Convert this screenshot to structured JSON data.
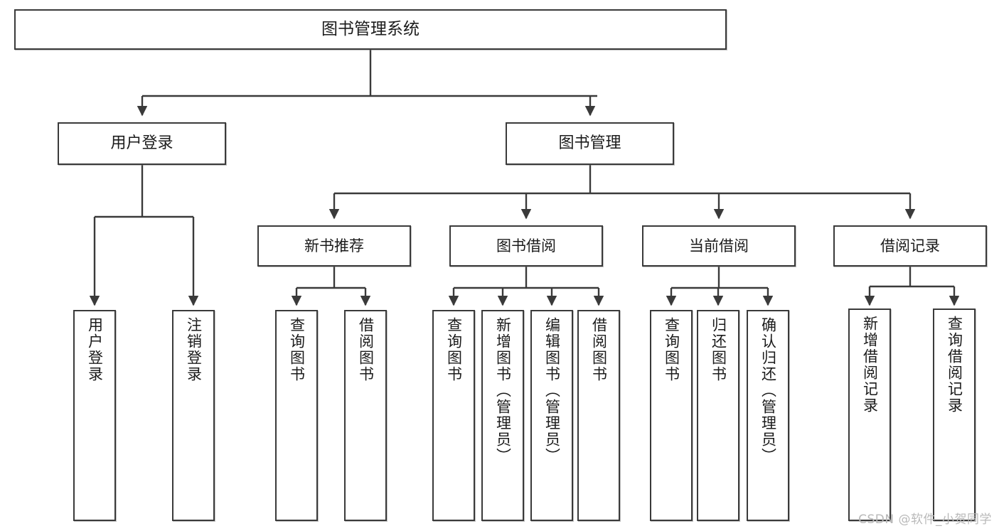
{
  "diagram": {
    "title": "图书管理系统",
    "type": "tree",
    "watermark": "CSDN @软件_小贺同学",
    "stroke_color": "#3a3a3a",
    "fill_color": "#ffffff",
    "text_color": "#1b1b1b",
    "watermark_color": "#b9b9b9"
  },
  "nodes": {
    "root": {
      "label": "图书管理系统"
    },
    "level2": [
      {
        "id": "user-login",
        "label": "用户登录"
      },
      {
        "id": "book-management",
        "label": "图书管理"
      }
    ],
    "level3": [
      {
        "id": "new-book-recommend",
        "label": "新书推荐"
      },
      {
        "id": "book-borrow",
        "label": "图书借阅"
      },
      {
        "id": "current-borrow",
        "label": "当前借阅"
      },
      {
        "id": "borrow-record",
        "label": "借阅记录"
      }
    ],
    "leaves": {
      "user-login": [
        {
          "id": "leaf-user-login",
          "label": "用户登录"
        },
        {
          "id": "leaf-logout",
          "label": "注销登录"
        }
      ],
      "new-book-recommend": [
        {
          "id": "leaf-query-book-1",
          "label": "查询图书"
        },
        {
          "id": "leaf-borrow-book-1",
          "label": "借阅图书"
        }
      ],
      "book-borrow": [
        {
          "id": "leaf-query-book-2",
          "label": "查询图书"
        },
        {
          "id": "leaf-add-book",
          "label": "新增图书（管理员）"
        },
        {
          "id": "leaf-edit-book",
          "label": "编辑图书（管理员）"
        },
        {
          "id": "leaf-borrow-book-2",
          "label": "借阅图书"
        }
      ],
      "current-borrow": [
        {
          "id": "leaf-query-book-3",
          "label": "查询图书"
        },
        {
          "id": "leaf-return-book",
          "label": "归还图书"
        },
        {
          "id": "leaf-confirm-return",
          "label": "确认归还（管理员）"
        }
      ],
      "borrow-record": [
        {
          "id": "leaf-add-record",
          "label": "新增借阅记录"
        },
        {
          "id": "leaf-query-record",
          "label": "查询借阅记录"
        }
      ]
    }
  }
}
